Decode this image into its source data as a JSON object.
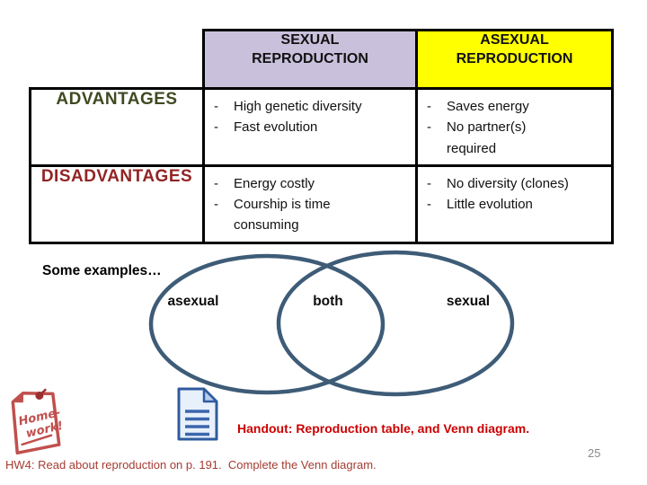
{
  "slide": {
    "some_examples": "Some examples…",
    "handout_text": "Handout: Reproduction table, and Venn diagram.",
    "hw_text": "HW4: Read about reproduction on p. 191.  Complete the Venn diagram.",
    "page_number": "25"
  },
  "table": {
    "bullet_char": "-",
    "headers": {
      "sexual": "SEXUAL REPRODUCTION",
      "asexual": "ASEXUAL REPRODUCTION"
    },
    "row_labels": {
      "advantages": "ADVANTAGES",
      "disadvantages": "DISADVANTAGES"
    },
    "cells": {
      "sexual_advantages": [
        "High genetic diversity",
        "Fast evolution"
      ],
      "sexual_disadvantages": [
        "Energy costly",
        "Courship is time consuming"
      ],
      "asexual_advantages": [
        "Saves energy",
        "No partner(s) required"
      ],
      "asexual_disadvantages": [
        "No diversity (clones)",
        "Little evolution"
      ]
    }
  },
  "venn": {
    "left_label": "asexual",
    "middle_label": "both",
    "right_label": "sexual"
  },
  "homework_note": {
    "line1": "Home-",
    "line2": "work!"
  },
  "colors": {
    "sexual_header_bg": "#c9c1dc",
    "asexual_header_bg": "#ffff00",
    "advantages_text": "#3f4a21",
    "disadvantages_text": "#932424",
    "venn_stroke": "#3e5c77",
    "handout_red": "#cc0000",
    "hw_red": "#a43c32",
    "note_red": "#c0504d",
    "note_pin": "#9c2f2f",
    "doc_blue": "#2f5b9e",
    "doc_fill": "#e8f0fb",
    "doc_fold": "#b8cfec",
    "doc_line": "#3a66ad",
    "page_number_gray": "#8a8a8a"
  }
}
